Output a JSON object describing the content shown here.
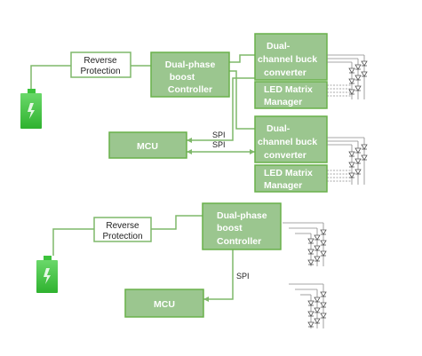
{
  "top": {
    "reverse_protection": [
      "Reverse",
      "Protection"
    ],
    "boost_controller": [
      "Dual-phase",
      "boost",
      "Controller"
    ],
    "buck_converter_1": [
      "Dual-",
      "channel buck",
      "converter"
    ],
    "led_manager_1": [
      "LED Matrix",
      "Manager"
    ],
    "buck_converter_2": [
      "Dual-",
      "channel buck",
      "converter"
    ],
    "led_manager_2": [
      "LED Matrix",
      "Manager"
    ],
    "mcu": "MCU",
    "spi_1": "SPI",
    "spi_2": "SPI"
  },
  "bottom": {
    "reverse_protection": [
      "Reverse",
      "Protection"
    ],
    "boost_controller": [
      "Dual-phase",
      "boost",
      "Controller"
    ],
    "mcu": "MCU",
    "spi": "SPI"
  },
  "colors": {
    "block_fill": "#9bc68f",
    "block_border": "#69b04a",
    "battery": "#3cc33c"
  }
}
